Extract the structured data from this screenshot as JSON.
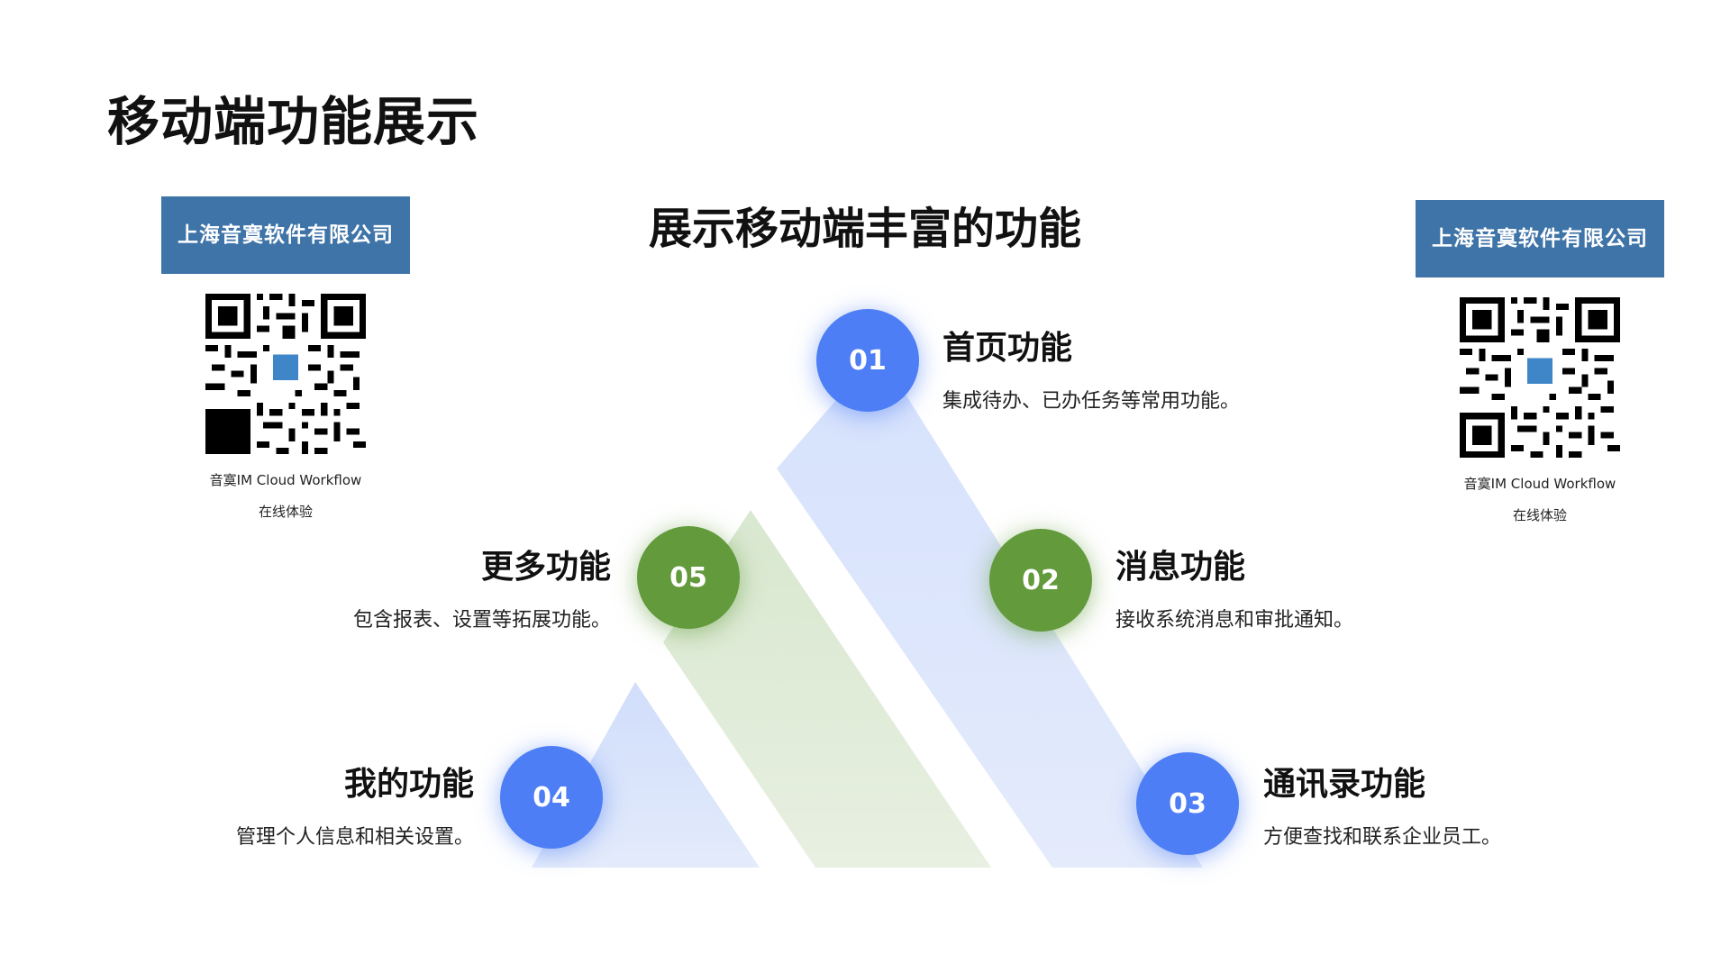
{
  "page": {
    "title": "移动端功能展示",
    "subtitle": "展示移动端丰富的功能"
  },
  "cards": {
    "left": {
      "company": "上海音寞软件有限公司",
      "caption": "音寞IM Cloud Workflow",
      "sub": "在线体验"
    },
    "right": {
      "company": "上海音寞软件有限公司",
      "caption": "音寞IM Cloud Workflow",
      "sub": "在线体验"
    }
  },
  "colors": {
    "blue": "#4d7ef5",
    "green": "#629a3c",
    "badge": "#3f74a8"
  },
  "features": {
    "f01": {
      "num": "01",
      "title": "首页功能",
      "desc": "集成待办、已办任务等常用功能。"
    },
    "f02": {
      "num": "02",
      "title": "消息功能",
      "desc": "接收系统消息和审批通知。"
    },
    "f03": {
      "num": "03",
      "title": "通讯录功能",
      "desc": "方便查找和联系企业员工。"
    },
    "f04": {
      "num": "04",
      "title": "我的功能",
      "desc": "管理个人信息和相关设置。"
    },
    "f05": {
      "num": "05",
      "title": "更多功能",
      "desc": "包含报表、设置等拓展功能。"
    }
  }
}
